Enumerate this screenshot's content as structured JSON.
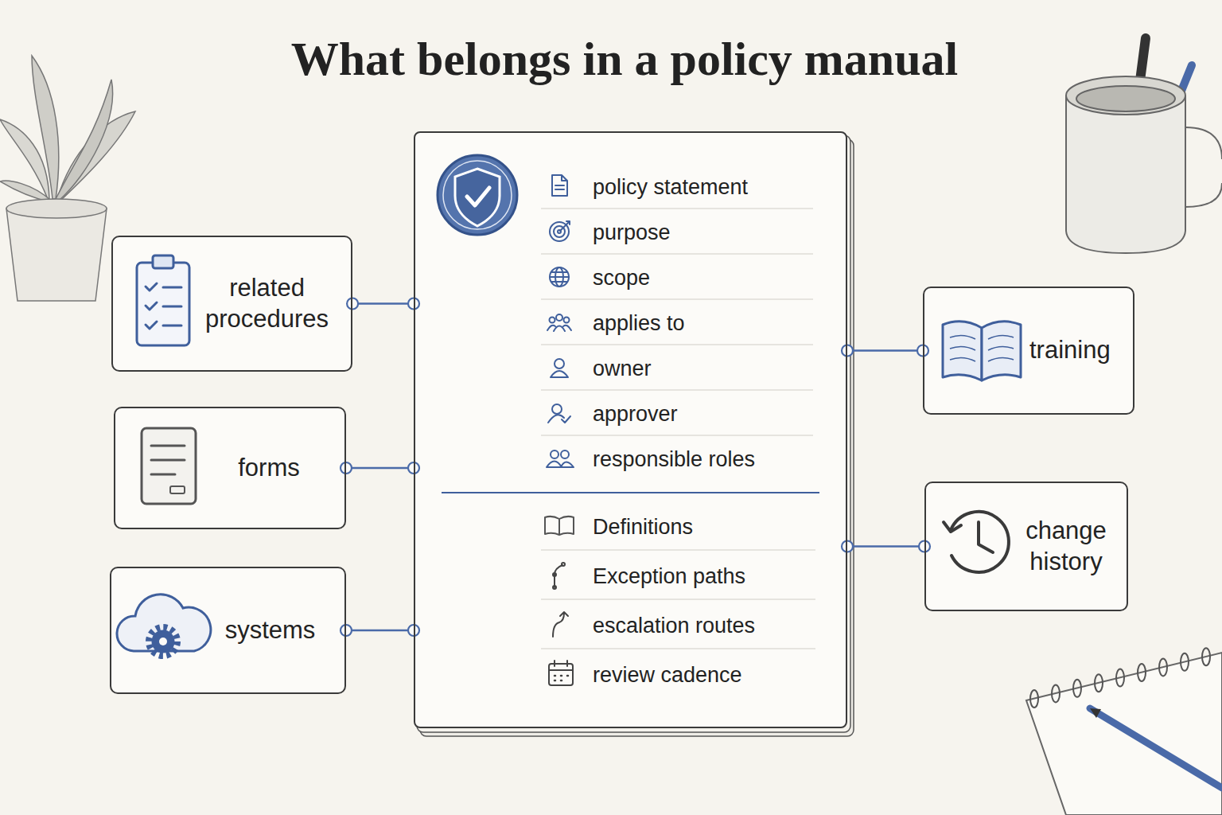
{
  "diagram": {
    "title": "What belongs in a policy manual",
    "nodes": [
      {
        "text": [
          "policy statement",
          "purpose",
          "scope",
          "applies to",
          "owner",
          "approver",
          "responsible roles",
          "Definitions",
          "Exception paths",
          "escalation routes",
          "review cadence"
        ]
      },
      {
        "text": [
          "related procedures"
        ]
      },
      {
        "text": [
          "forms"
        ]
      },
      {
        "text": [
          "systems"
        ]
      },
      {
        "text": [
          "training"
        ]
      },
      {
        "text": [
          "change history"
        ]
      }
    ],
    "edges": [
      {
        "from": 1,
        "to": 0,
        "arrow": "none"
      },
      {
        "from": 2,
        "to": 0,
        "arrow": "none"
      },
      {
        "from": 3,
        "to": 0,
        "arrow": "none"
      },
      {
        "from": 0,
        "to": 4,
        "arrow": "none"
      },
      {
        "from": 0,
        "to": 5,
        "arrow": "none"
      }
    ]
  }
}
